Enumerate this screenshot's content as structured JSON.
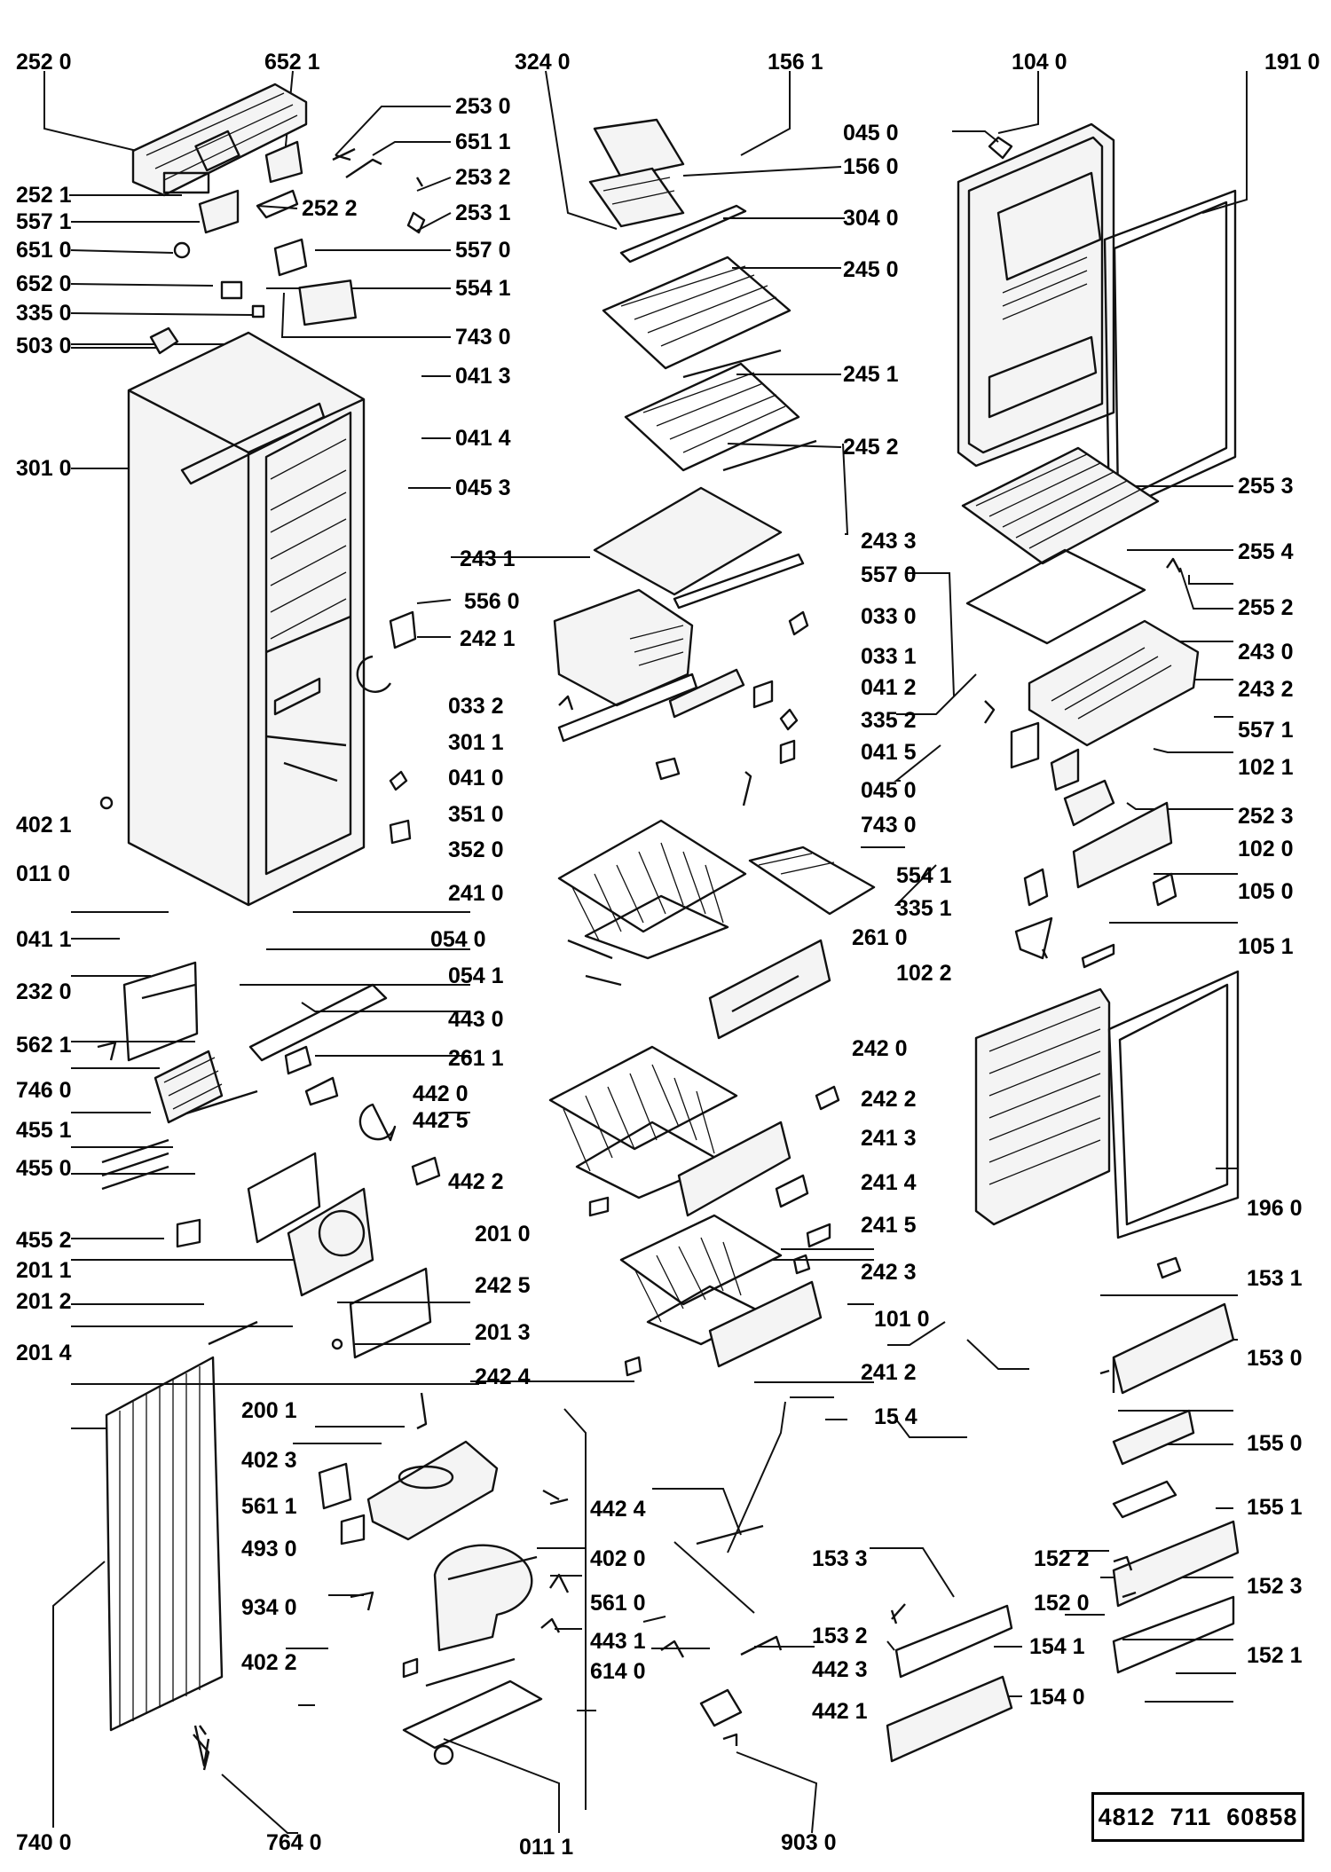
{
  "document_number": "4812  711  60858",
  "callouts": [
    "252 0",
    "652 1",
    "324 0",
    "156 1",
    "104 0",
    "191 0",
    "253 0",
    "651 1",
    "045 0",
    "156 0",
    "252 1",
    "252 2",
    "253 2",
    "557 1",
    "253 1",
    "304 0",
    "651 0",
    "557 0",
    "652 0",
    "554 1",
    "245 0",
    "335 0",
    "743 0",
    "503 0",
    "041 3",
    "245 1",
    "255 3",
    "041 4",
    "245 2",
    "301 0",
    "045 3",
    "243 1",
    "243 3",
    "255 4",
    "557 0",
    "556 0",
    "255 2",
    "242 1",
    "033 0",
    "243 0",
    "033 1",
    "243 2",
    "033 2",
    "041 2",
    "335 2",
    "557 1",
    "301 1",
    "102 1",
    "041 5",
    "351 0",
    "045 0",
    "252 3",
    "041 0",
    "743 0",
    "102 0",
    "402 1",
    "352 0",
    "011 0",
    "554 1",
    "241 0",
    "335 1",
    "105 0",
    "261 0",
    "041 1",
    "054 0",
    "102 2",
    "105 1",
    "054 1",
    "232 0",
    "443 0",
    "242 0",
    "562 1",
    "261 1",
    "746 0",
    "442 0",
    "242 2",
    "455 1",
    "442 5",
    "241 3",
    "455 0",
    "442 2",
    "241 4",
    "196 0",
    "241 5",
    "455 2",
    "201 0",
    "201 1",
    "242 3",
    "242 5",
    "201 2",
    "101 0",
    "201 3",
    "153 1",
    "201 4",
    "153 0",
    "242 4",
    "241 2",
    "200 1",
    "15   4",
    "402 3",
    "155 0",
    "561 1",
    "442 4",
    "155 1",
    "493 0",
    "402 0",
    "153 3",
    "152 2",
    "561 0",
    "152 0",
    "152 3",
    "934 0",
    "443 1",
    "153 2",
    "402 2",
    "614 0",
    "154 1",
    "152 1",
    "442 3",
    "442 1",
    "154 0",
    "740 0",
    "764 0",
    "011 1",
    "903 0"
  ]
}
